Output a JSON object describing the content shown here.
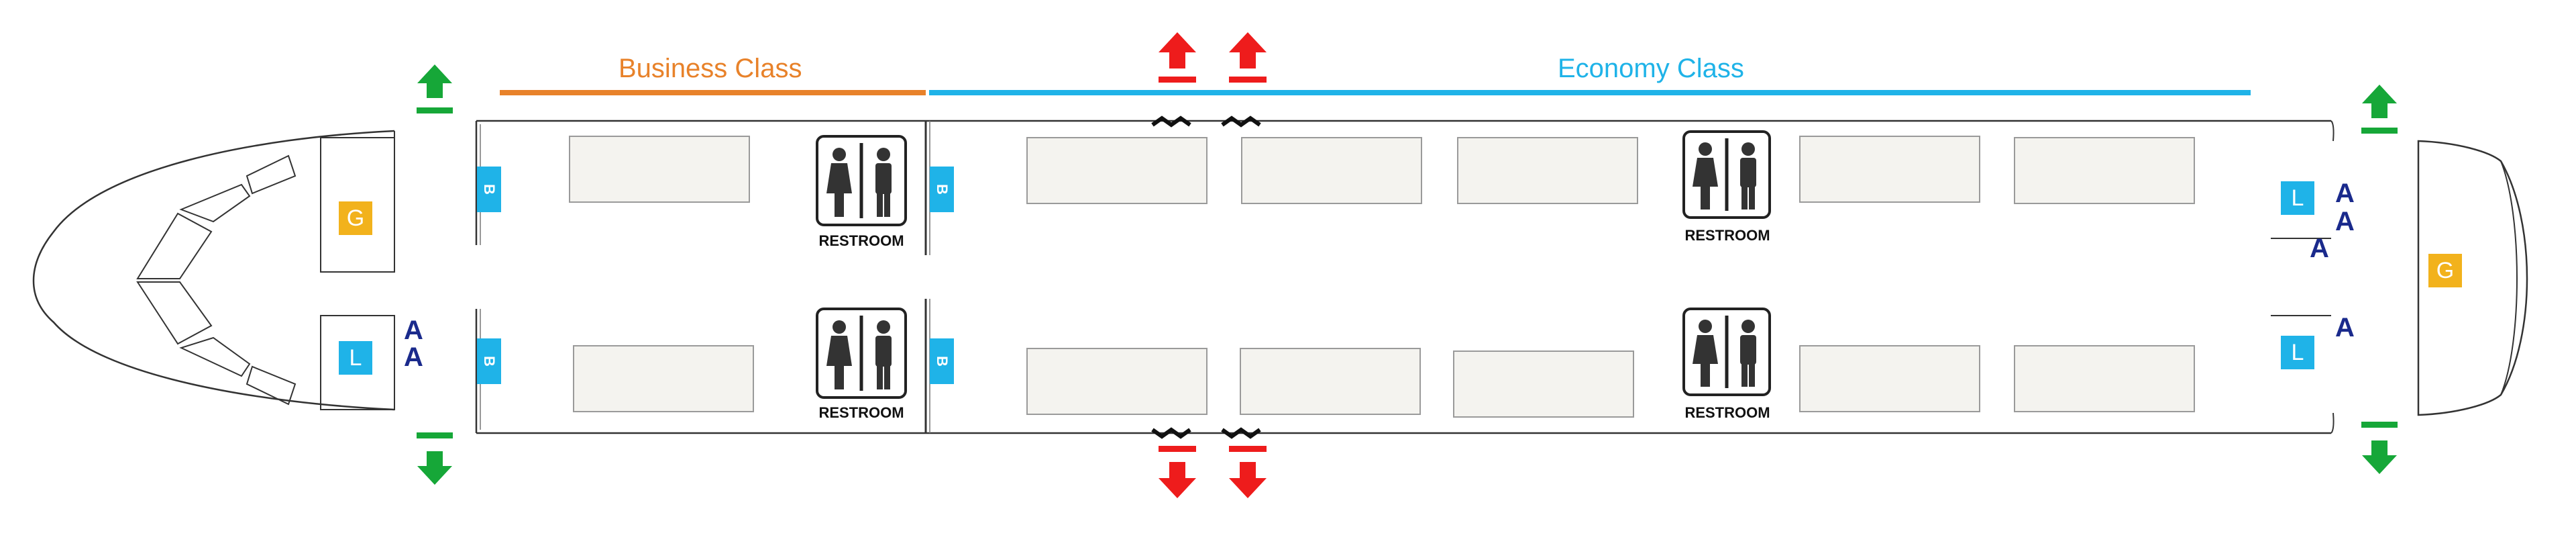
{
  "sections": {
    "business": {
      "label": "Business Class",
      "color": "#e8822a"
    },
    "economy": {
      "label": "Economy Class",
      "color": "#1fb3e8"
    }
  },
  "facilities": {
    "bar_label": "B",
    "galley_label": "G",
    "lavatory_label": "L",
    "attendant_label": "A",
    "restroom_label": "RESTROOM"
  },
  "exits": {
    "door_exit_color": "#16a738",
    "overwing_exit_color": "#ee1c1c"
  },
  "icons": [
    "exit-arrow-icon",
    "restroom-sign-icon",
    "woman-icon",
    "man-icon"
  ]
}
